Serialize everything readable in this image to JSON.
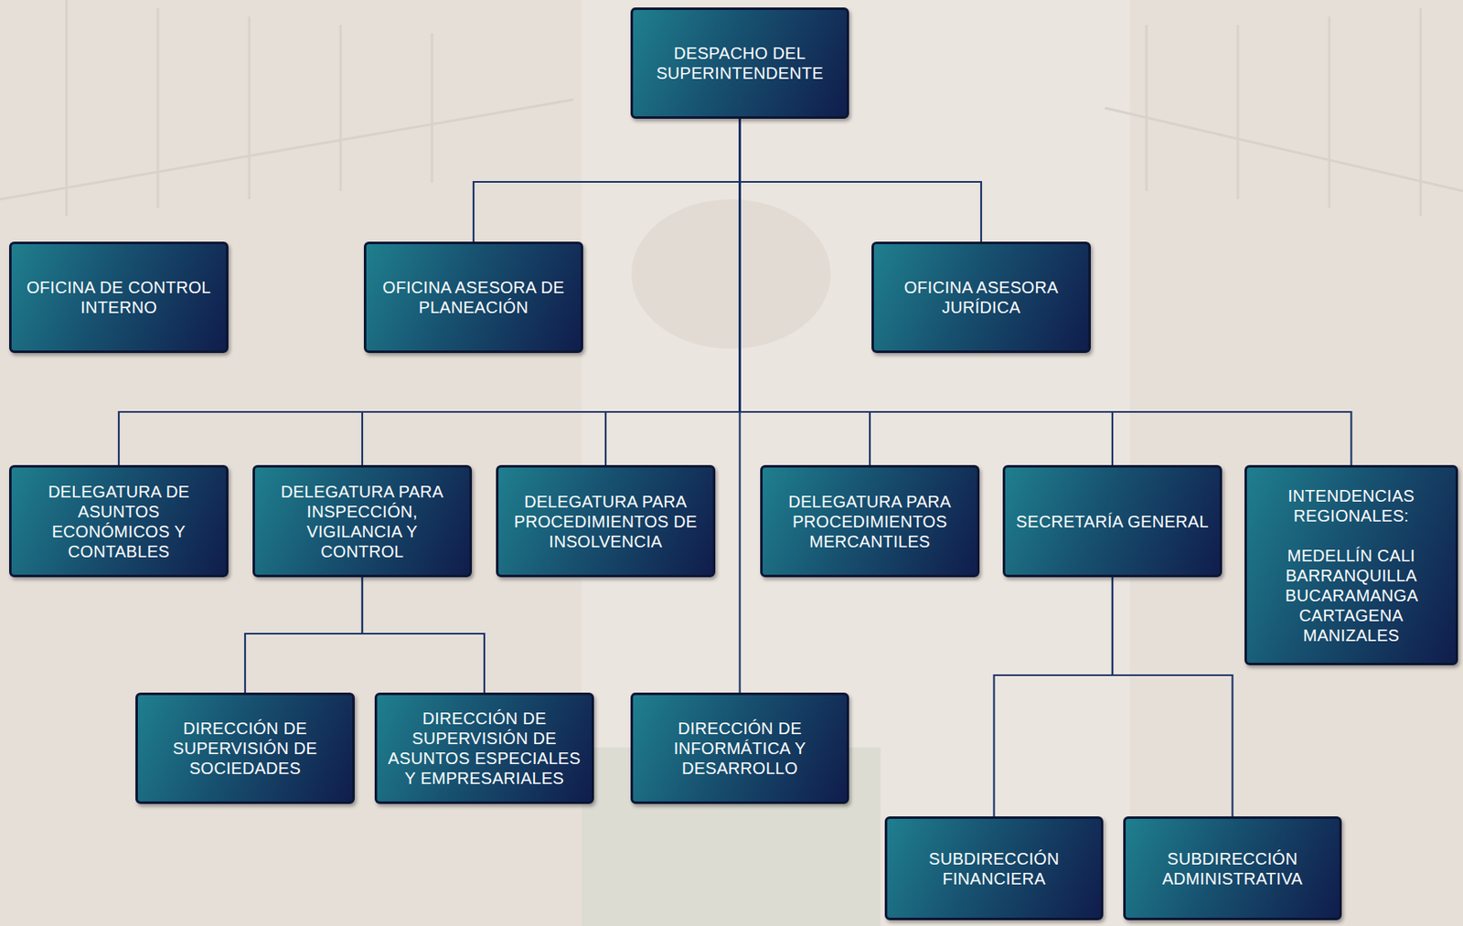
{
  "diagram": {
    "nodes": [
      {
        "text": [
          "DESPACHO DEL SUPERINTENDENTE"
        ]
      },
      {
        "text": [
          "OFICINA DE CONTROL INTERNO"
        ]
      },
      {
        "text": [
          "OFICINA ASESORA DE PLANEACIÓN"
        ]
      },
      {
        "text": [
          "OFICINA ASESORA JURÍDICA"
        ]
      },
      {
        "text": [
          "DELEGATURA DE ASUNTOS ECONÓMICOS Y CONTABLES"
        ]
      },
      {
        "text": [
          "DELEGATURA PARA INSPECCIÓN, VIGILANCIA Y CONTROL"
        ]
      },
      {
        "text": [
          "DELEGATURA PARA PROCEDIMIENTOS DE INSOLVENCIA"
        ]
      },
      {
        "text": [
          "DELEGATURA PARA PROCEDIMIENTOS MERCANTILES"
        ]
      },
      {
        "text": [
          "SECRETARÍA GENERAL"
        ]
      },
      {
        "text": [
          "INTENDENCIAS REGIONALES:",
          "MEDELLÍN CALI BARRANQUILLA BUCARAMANGA CARTAGENA MANIZALES"
        ]
      },
      {
        "text": [
          "DIRECCIÓN DE SUPERVISIÓN DE SOCIEDADES"
        ]
      },
      {
        "text": [
          "DIRECCIÓN DE SUPERVISIÓN DE ASUNTOS ESPECIALES Y EMPRESARIALES"
        ]
      },
      {
        "text": [
          "DIRECCIÓN DE INFORMÁTICA Y DESARROLLO"
        ]
      },
      {
        "text": [
          "SUBDIRECCIÓN FINANCIERA"
        ]
      },
      {
        "text": [
          "SUBDIRECCIÓN ADMINISTRATIVA"
        ]
      }
    ],
    "edges": [
      {
        "from": 0,
        "to": 2,
        "arrow": "none"
      },
      {
        "from": 0,
        "to": 3,
        "arrow": "none"
      },
      {
        "from": 0,
        "to": 4,
        "arrow": "none"
      },
      {
        "from": 0,
        "to": 5,
        "arrow": "none"
      },
      {
        "from": 0,
        "to": 6,
        "arrow": "none"
      },
      {
        "from": 0,
        "to": 7,
        "arrow": "none"
      },
      {
        "from": 0,
        "to": 8,
        "arrow": "none"
      },
      {
        "from": 0,
        "to": 9,
        "arrow": "none"
      },
      {
        "from": 0,
        "to": 12,
        "arrow": "none"
      },
      {
        "from": 5,
        "to": 10,
        "arrow": "none"
      },
      {
        "from": 5,
        "to": 11,
        "arrow": "none"
      },
      {
        "from": 8,
        "to": 13,
        "arrow": "none"
      },
      {
        "from": 8,
        "to": 14,
        "arrow": "none"
      }
    ]
  }
}
